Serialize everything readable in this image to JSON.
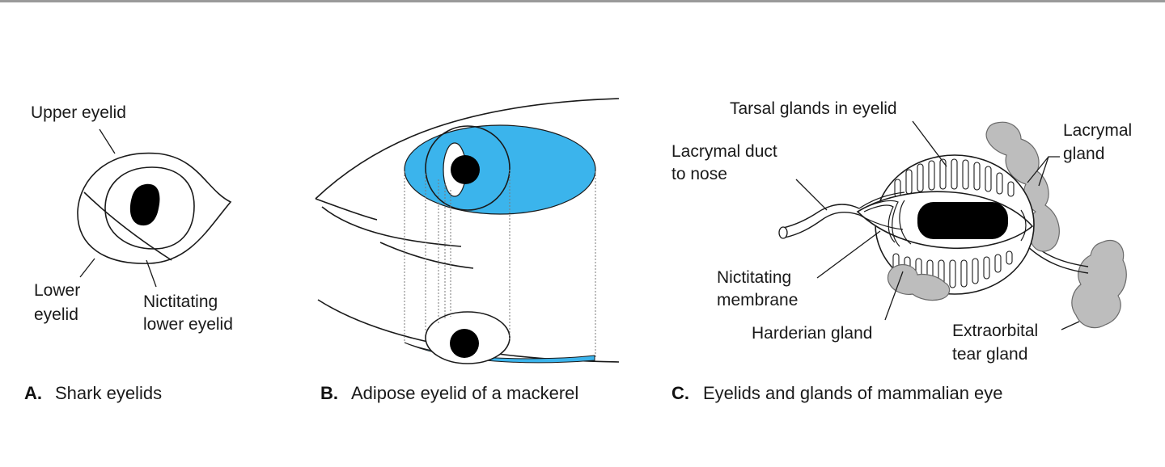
{
  "colors": {
    "adipose_blue": "#3bb4ec",
    "gland_gray": "#bdbdbd",
    "line": "#1a1a1a",
    "pupil": "#000000"
  },
  "panels": {
    "a": {
      "caption_letter": "A.",
      "caption_text": "Shark eyelids",
      "labels": {
        "upper_eyelid": "Upper eyelid",
        "lower_eyelid_1": "Lower",
        "lower_eyelid_2": "eyelid",
        "nictitating_1": "Nictitating",
        "nictitating_2": "lower eyelid"
      }
    },
    "b": {
      "caption_letter": "B.",
      "caption_text": "Adipose eyelid of a mackerel"
    },
    "c": {
      "caption_letter": "C.",
      "caption_text": "Eyelids and glands of mammalian eye",
      "labels": {
        "tarsal_glands": "Tarsal glands in eyelid",
        "lacrymal_gland_1": "Lacrymal",
        "lacrymal_gland_2": "gland",
        "lacrymal_duct_1": "Lacrymal duct",
        "lacrymal_duct_2": "to nose",
        "nictitating_1": "Nictitating",
        "nictitating_2": "membrane",
        "harderian_gland": "Harderian gland",
        "extraorbital_1": "Extraorbital",
        "extraorbital_2": "tear gland"
      }
    }
  }
}
